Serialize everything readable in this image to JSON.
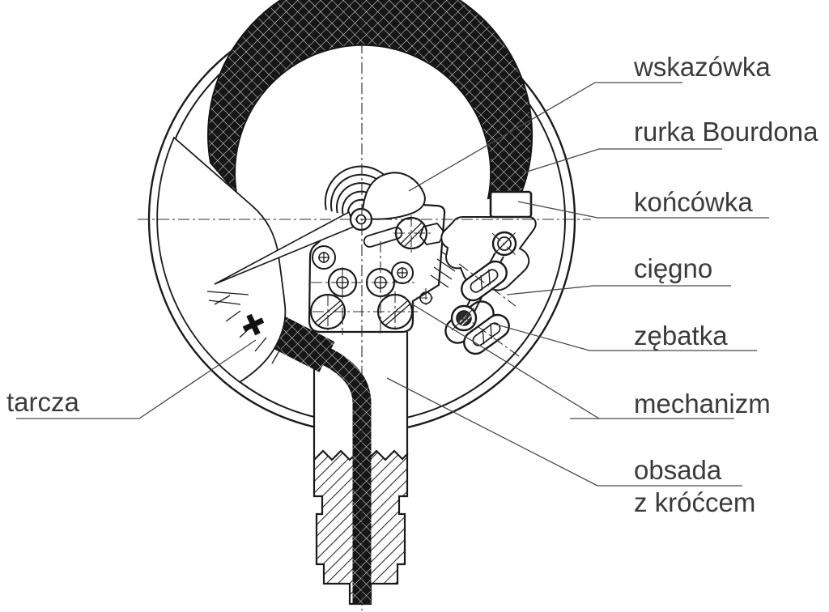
{
  "diagram": {
    "kind": "technical-cutaway",
    "subject": "Bourdon tube pressure gauge (manometer) internal construction",
    "language": "Polish"
  },
  "colors": {
    "background": "#ffffff",
    "drawing_ink": "#1a1a1a",
    "label_text": "#3b3b3b",
    "bourdon_tube_fill": "#161616"
  },
  "labels": {
    "wskazowka": "wskazówka",
    "rurka_bourdona": "rurka Bourdona",
    "koncowka": "końcówka",
    "ciegno": "cięgno",
    "zebatka": "zębatka",
    "mechanizm": "mechanizm",
    "obsada_line1": "obsada",
    "obsada_line2": "z króćcem",
    "tarcza": "tarcza"
  }
}
